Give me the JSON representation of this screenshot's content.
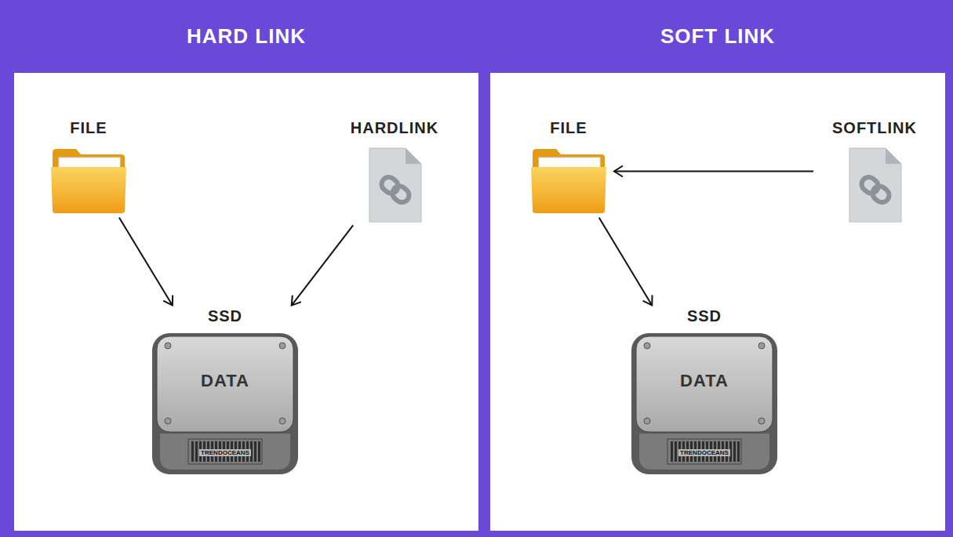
{
  "diagram": {
    "nodes": [
      {
        "text": [
          "HARD LINK"
        ]
      },
      {
        "text": [
          "FILE"
        ],
        "in": 0
      },
      {
        "text": [
          "HARDLINK"
        ],
        "in": 0
      },
      {
        "text": [
          "SSD",
          "DATA"
        ],
        "in": 0
      },
      {
        "text": [
          "SOFT LINK"
        ]
      },
      {
        "text": [
          "FILE"
        ],
        "in": 4
      },
      {
        "text": [
          "SOFTLINK"
        ],
        "in": 4
      },
      {
        "text": [
          "SSD",
          "DATA"
        ],
        "in": 4
      }
    ],
    "edges": [
      {
        "from": 1,
        "to": 3,
        "arrow": "to"
      },
      {
        "from": 2,
        "to": 3,
        "arrow": "to"
      },
      {
        "from": 6,
        "to": 5,
        "arrow": "to"
      },
      {
        "from": 5,
        "to": 7,
        "arrow": "to"
      }
    ],
    "labels": [
      "TRENDOCEANS",
      "TRENDOCEANS"
    ]
  }
}
